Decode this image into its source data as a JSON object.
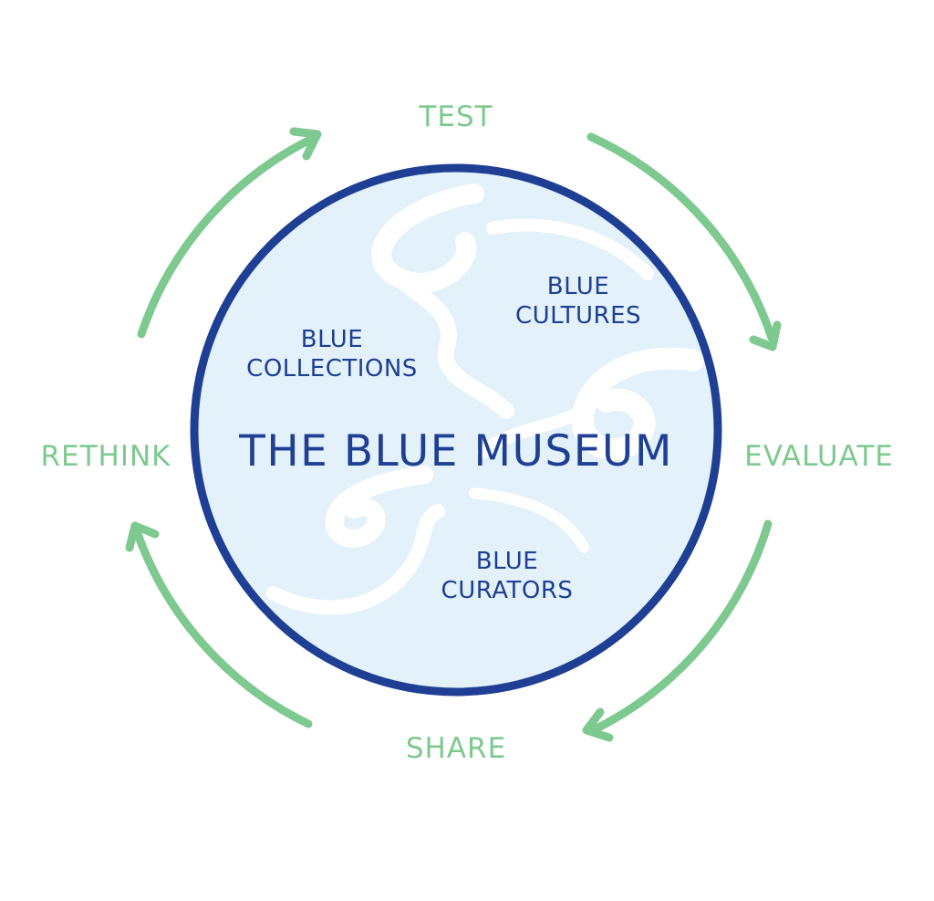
{
  "colors": {
    "museum_blue": "#1e3f94",
    "circle_fill": "#e2f1fa",
    "cycle_green": "#7ec98f",
    "background": "#ffffff"
  },
  "center": {
    "title": "THE BLUE MUSEUM"
  },
  "inner_labels": {
    "cultures": {
      "line1": "BLUE",
      "line2": "CULTURES"
    },
    "collections": {
      "line1": "BLUE",
      "line2": "COLLECTIONS"
    },
    "curators": {
      "line1": "BLUE",
      "line2": "CURATORS"
    }
  },
  "cycle": {
    "direction": "clockwise",
    "stages": {
      "test": "TEST",
      "evaluate": "EVALUATE",
      "share": "SHARE",
      "rethink": "RETHINK"
    }
  }
}
